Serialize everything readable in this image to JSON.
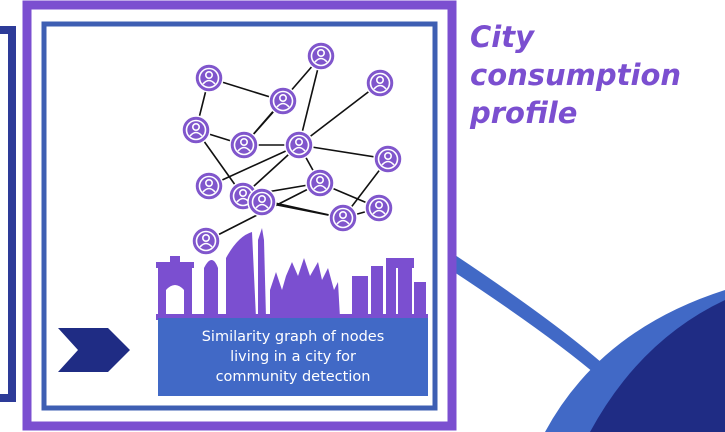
{
  "caption": {
    "lines": [
      "Similarity graph of nodes",
      "living in a city for",
      "community detection"
    ]
  },
  "side_title": {
    "lines": [
      "City",
      "consumption",
      "profile"
    ]
  },
  "colors": {
    "frame_outer": "#7b4fd0",
    "frame_inner": "#3e5fb3",
    "node": "#8056cc",
    "skyline": "#7b4fd0",
    "caption_bg": "#4169c6",
    "arrow": "#1f2c84",
    "arc_front": "#1f2c84",
    "arc_back": "#4169c6",
    "left_bar": "#2d3b98"
  },
  "icons": {
    "node": "person-icon",
    "arrow": "chevron-right-icon"
  },
  "graph": {
    "nodes": [
      "n1",
      "n2",
      "n3",
      "n4",
      "n5",
      "n6",
      "n7",
      "n8",
      "n9",
      "n10",
      "n11",
      "n12",
      "n13",
      "n14",
      "n15"
    ],
    "edges": [
      [
        "n1",
        "n2"
      ],
      [
        "n1",
        "n3"
      ],
      [
        "n3",
        "n4"
      ],
      [
        "n2",
        "n4"
      ],
      [
        "n4",
        "n5"
      ],
      [
        "n4",
        "n6"
      ],
      [
        "n5",
        "n6"
      ],
      [
        "n6",
        "n7"
      ],
      [
        "n6",
        "n8"
      ],
      [
        "n3",
        "n9"
      ],
      [
        "n6",
        "n9"
      ],
      [
        "n6",
        "n10"
      ],
      [
        "n9",
        "n11"
      ],
      [
        "n6",
        "n11"
      ],
      [
        "n8",
        "n12"
      ],
      [
        "n9",
        "n12"
      ],
      [
        "n12",
        "n13"
      ],
      [
        "n12",
        "n14"
      ],
      [
        "n11",
        "n15"
      ],
      [
        "n11",
        "n13"
      ]
    ]
  }
}
